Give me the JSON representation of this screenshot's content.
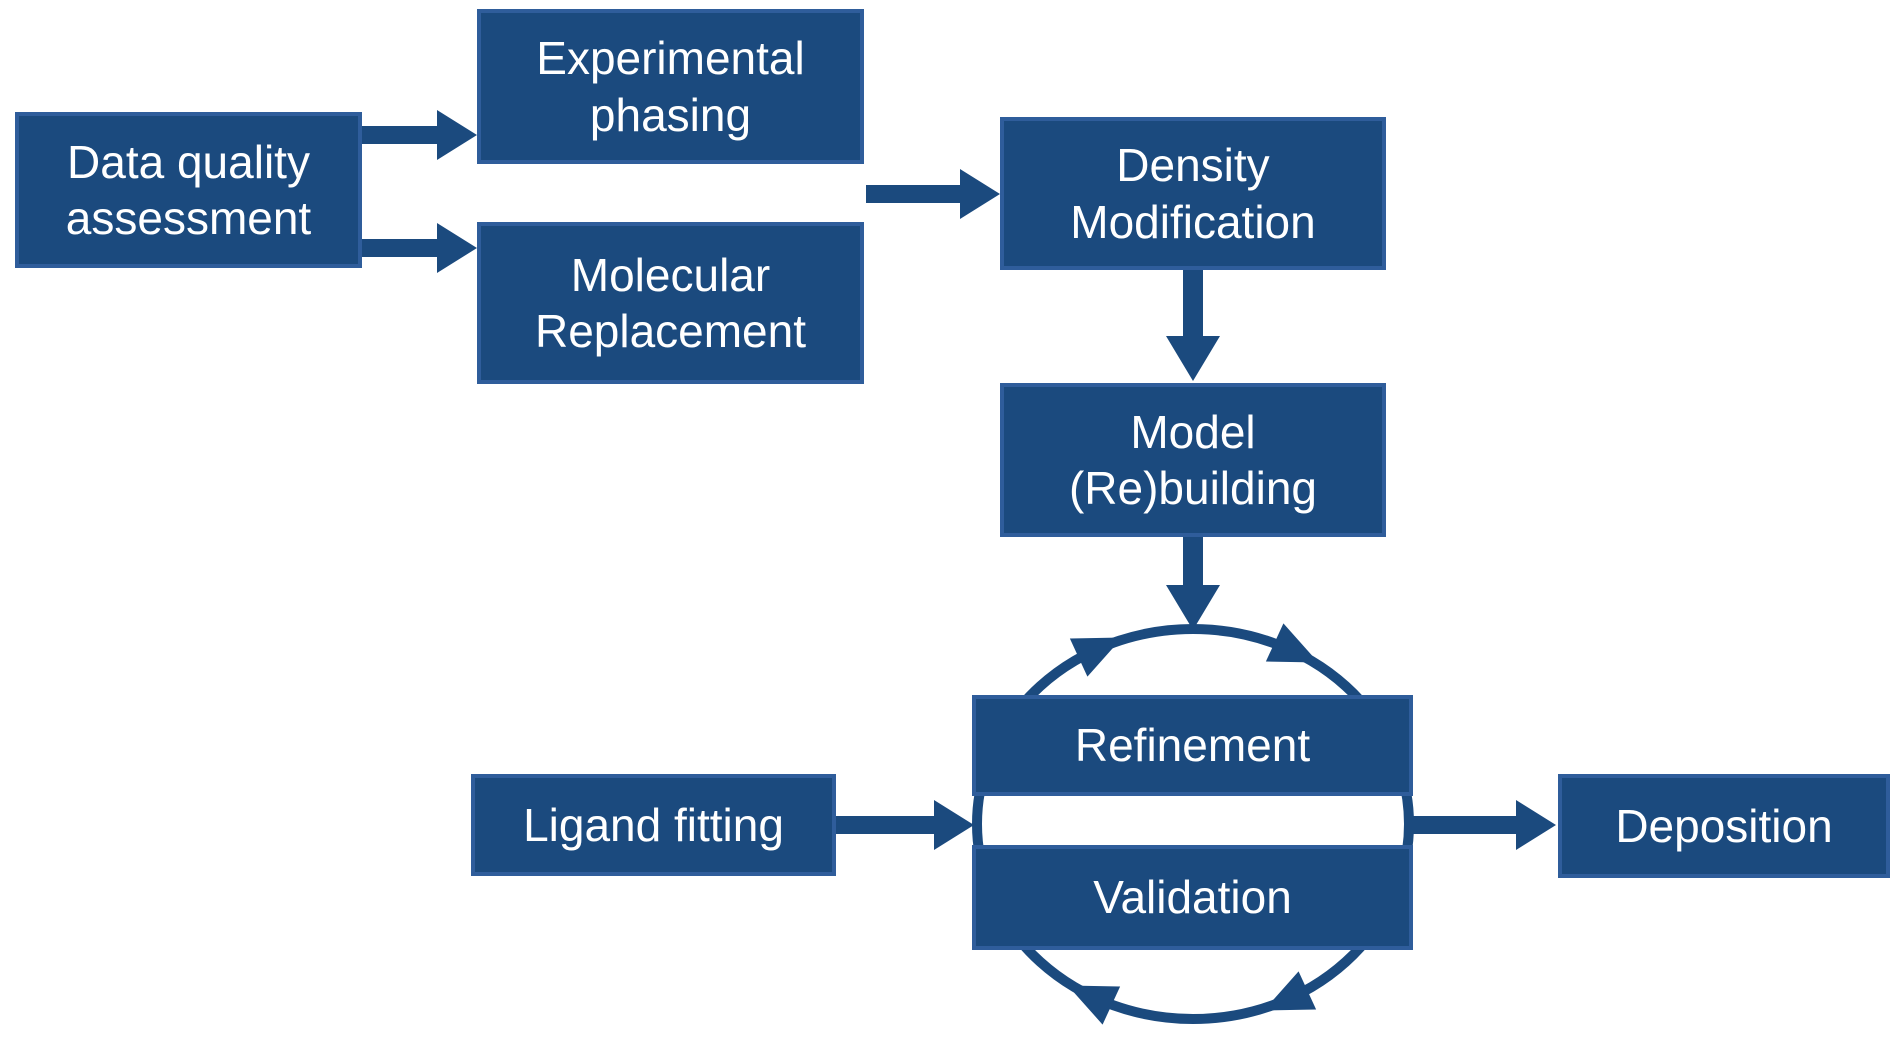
{
  "diagram": {
    "description": "Crystallographic structure determination workflow",
    "background": "#ffffff",
    "colors": {
      "background": "#ffffff",
      "box_fill": "#1b4a7e",
      "box_border": "#2f5d9b",
      "arrow": "#1b4a7e",
      "text": "#ffffff"
    },
    "nodes": {
      "data_quality_assessment": {
        "lines": [
          "Data quality",
          "assessment"
        ]
      },
      "experimental_phasing": {
        "lines": [
          "Experimental",
          "phasing"
        ]
      },
      "molecular_replacement": {
        "lines": [
          "Molecular",
          "Replacement"
        ]
      },
      "density_modification": {
        "lines": [
          "Density",
          "Modification"
        ]
      },
      "model_rebuilding": {
        "lines": [
          "Model",
          "(Re)building"
        ]
      },
      "refinement": {
        "lines": [
          "Refinement"
        ]
      },
      "validation": {
        "lines": [
          "Validation"
        ]
      },
      "ligand_fitting": {
        "lines": [
          "Ligand fitting"
        ]
      },
      "deposition": {
        "lines": [
          "Deposition"
        ]
      }
    },
    "edges": [
      {
        "from": "data_quality_assessment",
        "to": "experimental_phasing"
      },
      {
        "from": "data_quality_assessment",
        "to": "molecular_replacement"
      },
      {
        "from": "experimental_phasing / molecular_replacement",
        "to": "density_modification"
      },
      {
        "from": "density_modification",
        "to": "model_rebuilding"
      },
      {
        "from": "model_rebuilding",
        "to": "refinement_validation_cycle"
      },
      {
        "from": "ligand_fitting",
        "to": "refinement_validation_cycle"
      },
      {
        "from": "refinement_validation_cycle",
        "to": "deposition"
      }
    ],
    "cycle": {
      "members": [
        "refinement",
        "validation"
      ],
      "direction": "clockwise"
    }
  }
}
